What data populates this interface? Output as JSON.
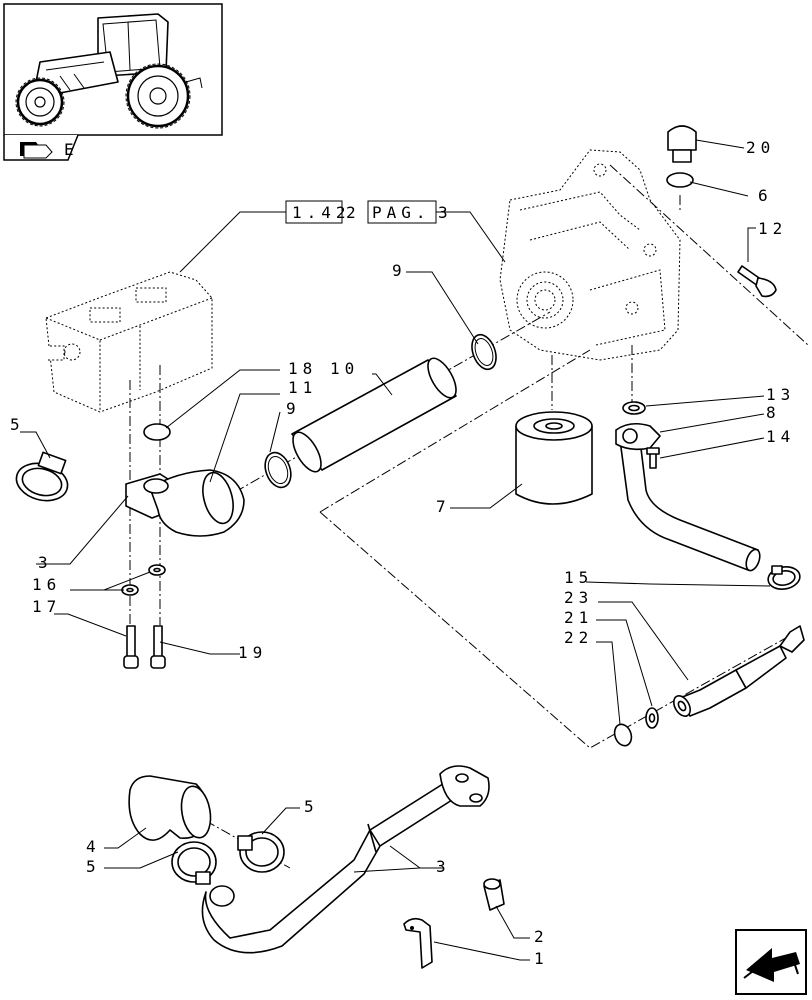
{
  "references": {
    "ref_group": "1.42",
    "ref_page": "PAG."
  },
  "thumbnail": {
    "code": "E"
  },
  "callouts": {
    "c1": "1",
    "c2": "2",
    "c3a": "3",
    "c3b": "3",
    "c3c": "3",
    "c4": "4",
    "c5a": "5",
    "c5b": "5",
    "c5c": "5",
    "c6": "6",
    "c7": "7",
    "c8": "8",
    "c9a": "9",
    "c9b": "9",
    "c10": "10",
    "c11": "11",
    "c12": "12",
    "c13": "13",
    "c14": "14",
    "c15": "15",
    "c16": "16",
    "c17": "17",
    "c18": "18",
    "c19": "19",
    "c20": "20",
    "c21": "21",
    "c22": "22",
    "c23": "23"
  }
}
